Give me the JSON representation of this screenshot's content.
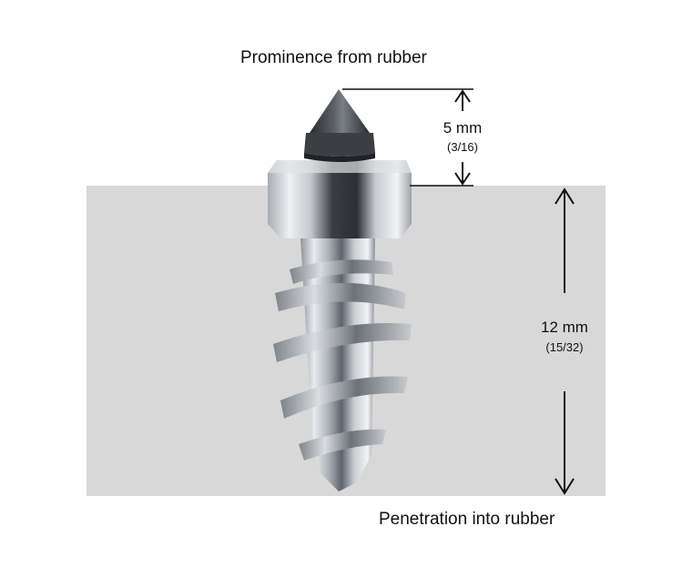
{
  "labels": {
    "prominence": "Prominence from rubber",
    "penetration": "Penetration into rubber"
  },
  "dimensions": {
    "prominence": {
      "mm": "5 mm",
      "inch": "(3/16)"
    },
    "penetration": {
      "mm": "12 mm",
      "inch": "(15/32)"
    }
  },
  "colors": {
    "rubber": "#d8d8d8",
    "arrow": "#111111",
    "tip": "#3a3a3a",
    "metal": "#b9bdc2"
  },
  "icons": [
    "tire-stud-screw-image",
    "dimension-arrow-icon"
  ]
}
